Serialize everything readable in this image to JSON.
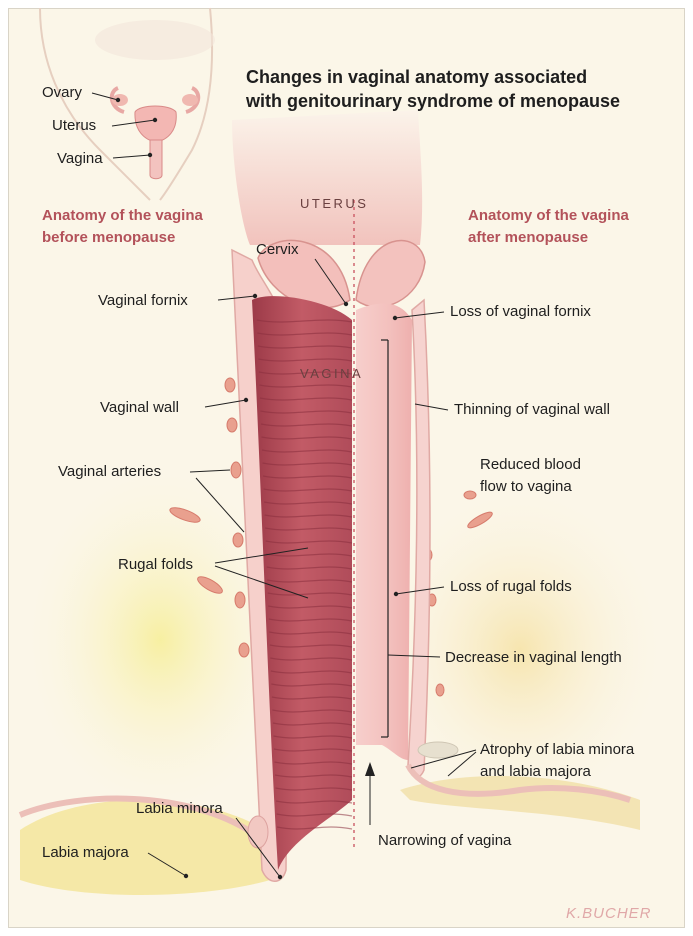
{
  "title": {
    "line1": "Changes in vaginal anatomy associated",
    "line2": "with genitourinary syndrome of menopause"
  },
  "inset": {
    "ovary": "Ovary",
    "uterus": "Uterus",
    "vagina": "Vagina"
  },
  "sections": {
    "before_line1": "Anatomy of the vagina",
    "before_line2": "before menopause",
    "after_line1": "Anatomy of the vagina",
    "after_line2": "after menopause"
  },
  "regions": {
    "uterus": "UTERUS",
    "vagina": "VAGINA"
  },
  "left_labels": {
    "cervix": "Cervix",
    "vaginal_fornix": "Vaginal fornix",
    "vaginal_wall": "Vaginal wall",
    "vaginal_arteries": "Vaginal arteries",
    "rugal_folds": "Rugal folds",
    "labia_minora": "Labia minora",
    "labia_majora": "Labia majora"
  },
  "right_labels": {
    "loss_fornix": "Loss of vaginal fornix",
    "thinning_wall": "Thinning of vaginal wall",
    "reduced_blood_line1": "Reduced blood",
    "reduced_blood_line2": "flow to vagina",
    "loss_rugal": "Loss of rugal folds",
    "decrease_length": "Decrease in vaginal length",
    "atrophy_line1": "Atrophy of labia minora",
    "atrophy_line2": "and labia majora",
    "narrowing": "Narrowing of vagina"
  },
  "signature": "K.BUCHER",
  "colors": {
    "background": "#fbf6e8",
    "section_heading": "#b3525a",
    "tissue_pink": "#f2c6c2",
    "rugal_dark": "#b24a58",
    "artery": "#e08a78",
    "fat_yellow": "#f6ec9a"
  }
}
